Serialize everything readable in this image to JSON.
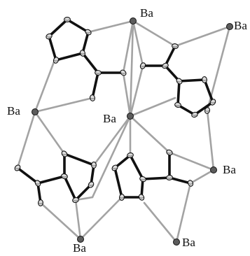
{
  "figure": {
    "labels": {
      "ba_top": "Ba",
      "ba_top_right": "Ba",
      "ba_left": "Ba",
      "ba_center": "Ba",
      "ba_right": "Ba",
      "ba_bottom_left": "Ba",
      "ba_bottom_right": "Ba"
    }
  }
}
